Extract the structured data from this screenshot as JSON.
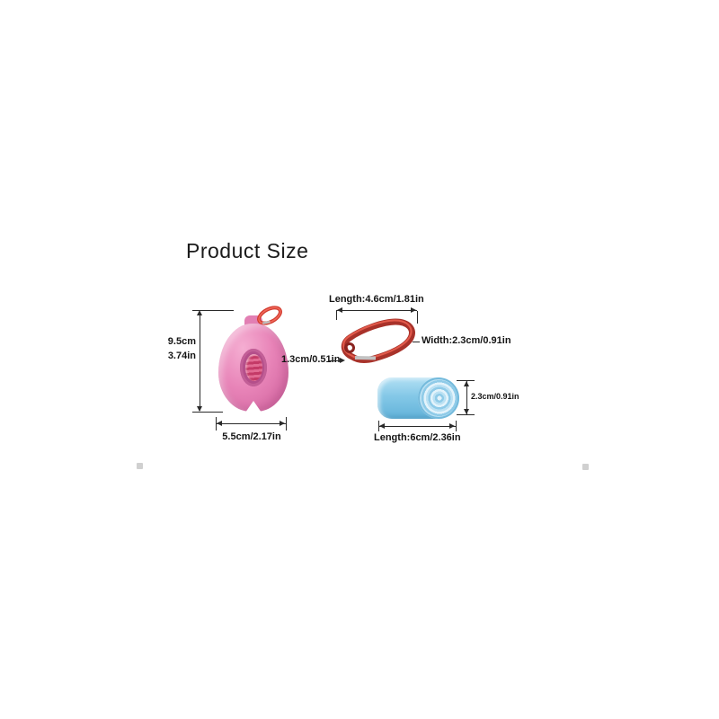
{
  "title": "Product Size",
  "dispenser": {
    "height_line1": "9.5cm",
    "height_line2": "3.74in",
    "width_label": "5.5cm/2.17in",
    "opening_label": "1.3cm/0.51in"
  },
  "carabiner": {
    "length_label": "Length:4.6cm/1.81in",
    "width_label": "Width:2.3cm/0.91in"
  },
  "bag_roll": {
    "diameter_label": "2.3cm/0.91in",
    "length_label": "Length:6cm/2.36in"
  },
  "colors": {
    "dispenser_pink": "#e57fb4",
    "opening_ring_pink": "#c05a93",
    "bag_rose": "#d94f7e",
    "carabiner_red": "#b03028",
    "roll_blue": "#7cc3e4",
    "dimension_ink": "#1f1f1f",
    "background": "#ffffff"
  }
}
